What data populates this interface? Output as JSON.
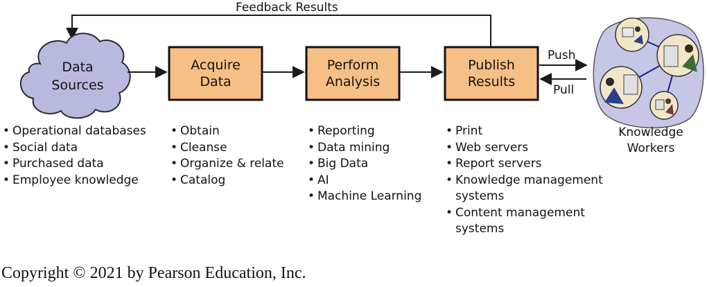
{
  "feedback_label": "Feedback Results",
  "data_sources": {
    "line1": "Data",
    "line2": "Sources"
  },
  "steps": [
    {
      "line1": "Acquire",
      "line2": "Data"
    },
    {
      "line1": "Perform",
      "line2": "Analysis"
    },
    {
      "line1": "Publish",
      "line2": "Results"
    }
  ],
  "push_label": "Push",
  "pull_label": "Pull",
  "knowledge_workers": {
    "line1": "Knowledge",
    "line2": "Workers"
  },
  "lists": {
    "sources": [
      "Operational databases",
      "Social data",
      "Purchased data",
      "Employee knowledge"
    ],
    "acquire": [
      "Obtain",
      "Cleanse",
      "Organize & relate",
      "Catalog"
    ],
    "analysis": [
      "Reporting",
      "Data mining",
      "Big Data",
      "AI",
      "Machine Learning"
    ],
    "publish": [
      "Print",
      "Web servers",
      "Report servers",
      "Knowledge management",
      "systems",
      "Content management",
      "systems"
    ]
  },
  "copyright": "Copyright © 2021 by Pearson Education, Inc.",
  "colors": {
    "cloud_fill": "#b9b9e0",
    "box_fill": "#f6bf85",
    "workers_blob": "#c6c6e6",
    "line": "#1a1a1a"
  }
}
